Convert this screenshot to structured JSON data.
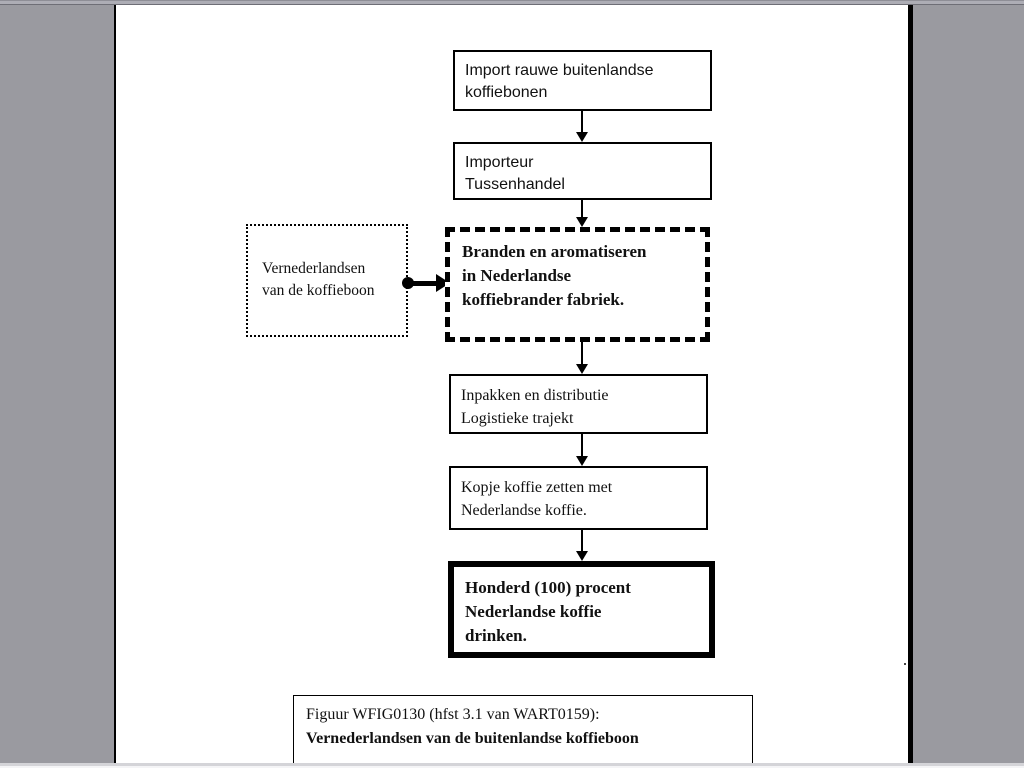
{
  "colors": {
    "frame_gray": "#9a9aa0",
    "page_white": "#ffffff",
    "line_black": "#000000"
  },
  "flowchart": {
    "nodes": [
      {
        "id": "import",
        "lines": [
          "Import rauwe buitenlandse",
          "koffiebonen"
        ]
      },
      {
        "id": "importeur",
        "lines": [
          "Importeur",
          "Tussenhandel"
        ]
      },
      {
        "id": "branden",
        "lines": [
          "Branden en aromatiseren",
          "in Nederlandse",
          "koffiebrander fabriek."
        ]
      },
      {
        "id": "inpakken",
        "lines": [
          "Inpakken en distributie",
          "Logistieke trajekt"
        ]
      },
      {
        "id": "kopje",
        "lines": [
          "Kopje koffie zetten met",
          "Nederlandse koffie."
        ]
      },
      {
        "id": "honderd",
        "lines": [
          "Honderd (100) procent",
          "Nederlandse koffie",
          "drinken."
        ]
      }
    ],
    "side_note": {
      "lines": [
        "Vernederlandsen",
        "van de koffieboon"
      ]
    },
    "caption": {
      "line1": "Figuur WFIG0130 (hfst 3.1 van WART0159):",
      "line2": "Vernederlandsen van de buitenlandse koffieboon"
    }
  }
}
